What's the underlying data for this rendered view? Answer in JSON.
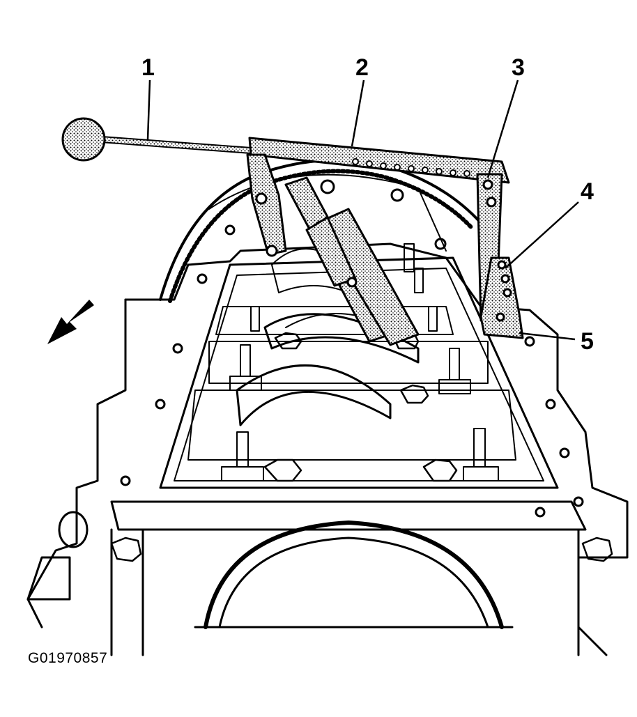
{
  "callouts": [
    {
      "id": "1",
      "label": "1"
    },
    {
      "id": "2",
      "label": "2"
    },
    {
      "id": "3",
      "label": "3"
    },
    {
      "id": "4",
      "label": "4"
    },
    {
      "id": "5",
      "label": "5"
    }
  ],
  "figure_id": "G01970857",
  "colors": {
    "ink": "#000000",
    "background": "#ffffff"
  }
}
